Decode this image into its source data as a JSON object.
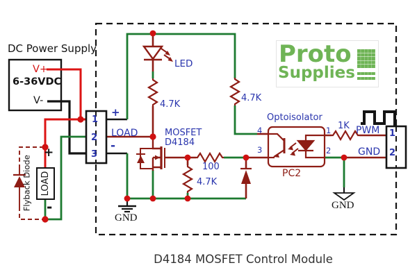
{
  "title": "D4184 MOSFET Control Module",
  "logo": {
    "line1": "Proto",
    "line2": "Supplies"
  },
  "power_supply": {
    "label": "DC Power Supply",
    "vplus": "V+",
    "range": "6-36VDC",
    "vminus": "V-"
  },
  "flyback": {
    "label": "Flyback Diode",
    "load_label": "LOAD",
    "plus": "+",
    "minus": "-"
  },
  "input_connector": {
    "pin1": "1",
    "pin2": "2",
    "pin3": "3",
    "plus": "+",
    "load": "LOAD",
    "minus": "-"
  },
  "led_label": "LED",
  "resistors": {
    "led_r": "4.7K",
    "opto_r": "4.7K",
    "gate_pulldown": "4.7K",
    "gate_r": "100",
    "pwm_r": "1K"
  },
  "mosfet": {
    "name": "MOSFET",
    "part": "D4184"
  },
  "optoisolator": {
    "label": "Optoisolator",
    "part": "PC2",
    "pin1": "1",
    "pin2": "2",
    "pin3": "3",
    "pin4": "4"
  },
  "pwm_header": {
    "pwm": "PWM",
    "gnd": "GND",
    "pin1": "1",
    "pin2": "2"
  },
  "gnd_left": "GND",
  "gnd_right": "GND",
  "colors": {
    "wire_red": "#dc1414",
    "wire_green": "#1c7a30",
    "wire_black": "#141414",
    "component": "#8e1d15",
    "label_blue": "#2a35ad",
    "logo_green": "#6fb456"
  }
}
